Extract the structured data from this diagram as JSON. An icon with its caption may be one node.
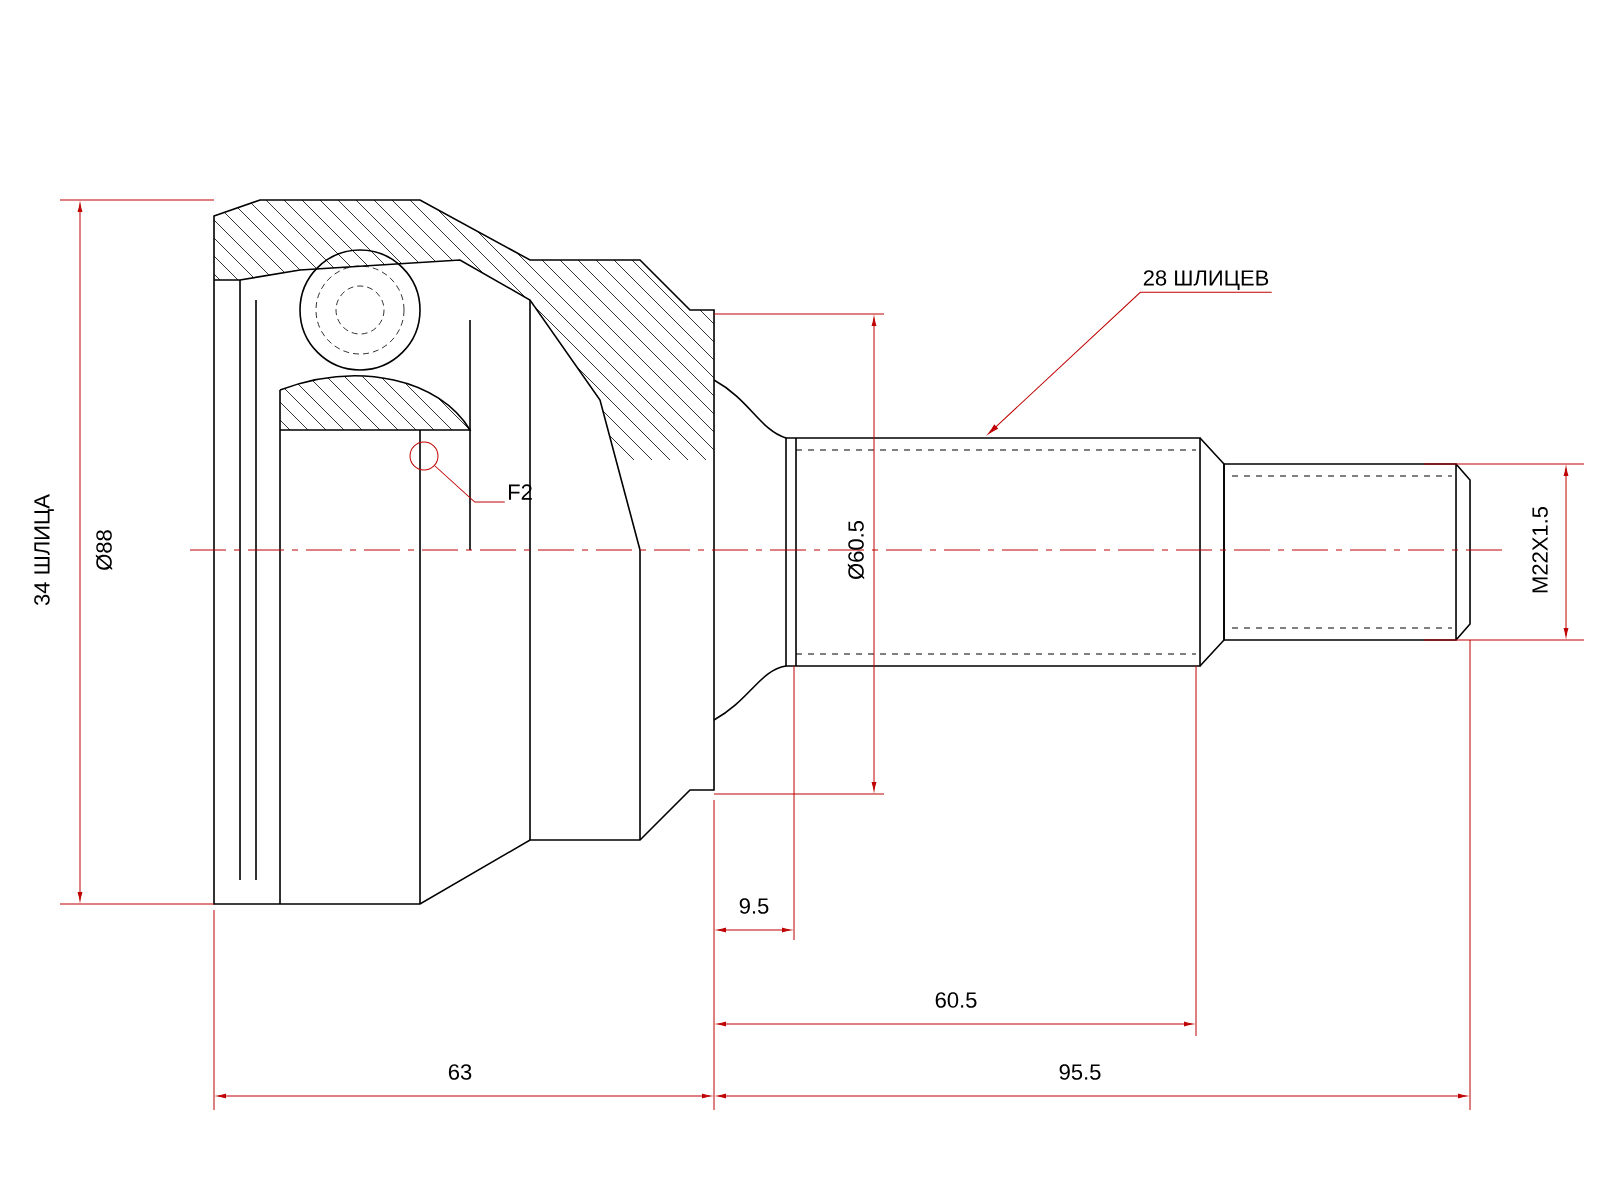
{
  "diagram": {
    "nodes": [
      {
        "text": [
          "28 ШЛИЦЕВ"
        ]
      },
      {
        "text": [
          "F2"
        ]
      },
      {
        "text": [],
        "shape": "circle"
      }
    ],
    "edges": [
      {
        "from": 0,
        "to": null,
        "arrow": "to"
      },
      {
        "from": 1,
        "to": 2,
        "arrow": "none"
      }
    ],
    "labels": [
      "34 ШЛИЦА",
      "Ø88",
      "Ø60.5",
      "M22X1.5",
      "9.5",
      "60.5",
      "63",
      "95.5"
    ]
  }
}
